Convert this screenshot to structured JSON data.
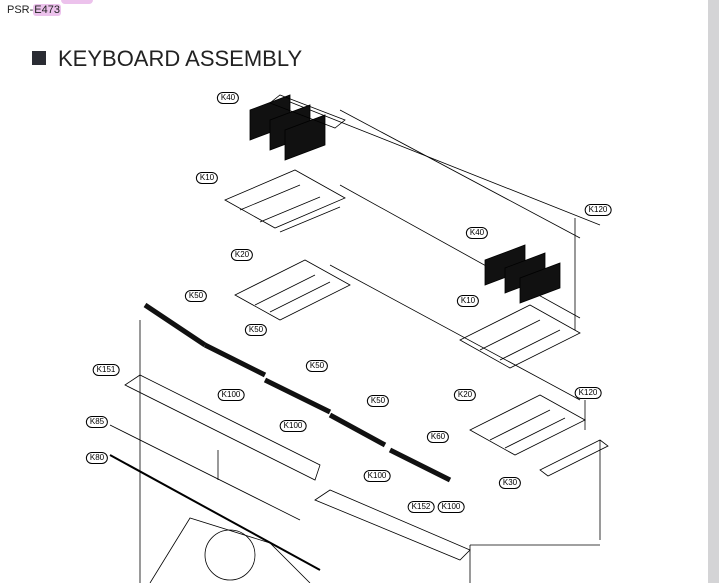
{
  "header": {
    "model_prefix": "PSR-",
    "model_suffix": "E473",
    "title": "KEYBOARD ASSEMBLY"
  },
  "parts": [
    "K40",
    "K10",
    "K120",
    "K40",
    "K20",
    "K50",
    "K10",
    "K50",
    "K50",
    "K151",
    "K120",
    "K100",
    "K20",
    "K50",
    "K85",
    "K100",
    "K60",
    "K80",
    "K100",
    "K30",
    "K152",
    "K100"
  ]
}
